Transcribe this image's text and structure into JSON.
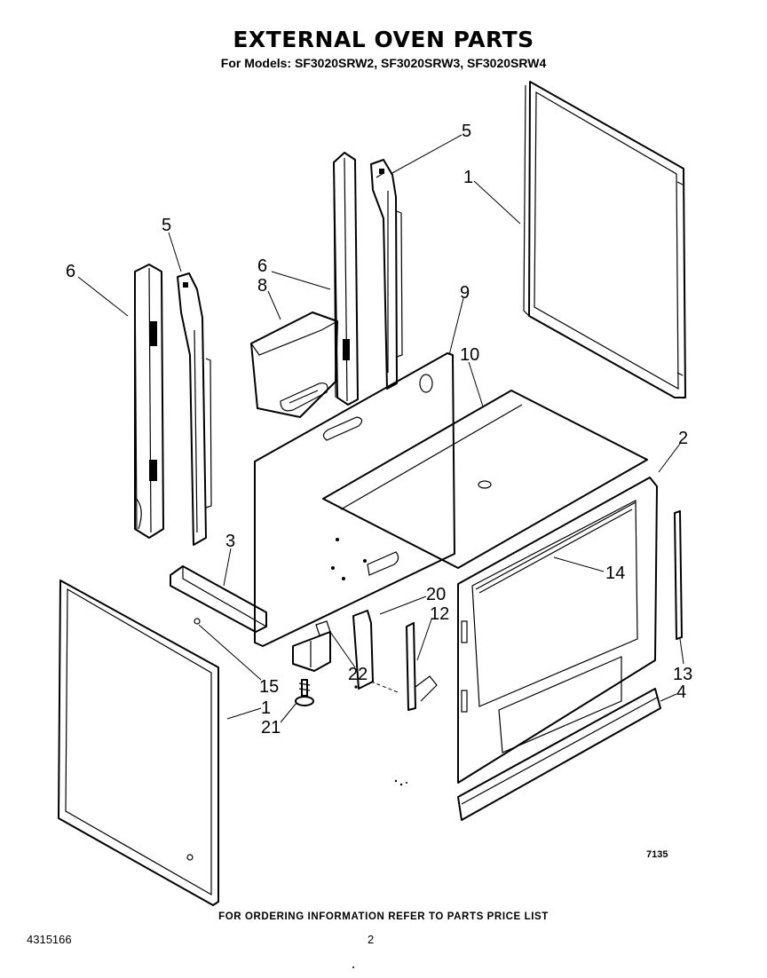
{
  "header": {
    "title": "EXTERNAL OVEN PARTS",
    "subtitle": "For Models: SF3020SRW2, SF3020SRW3, SF3020SRW4"
  },
  "diagram": {
    "figure_id": "7135",
    "callouts": [
      {
        "id": "c5a",
        "label": "5"
      },
      {
        "id": "c1a",
        "label": "1"
      },
      {
        "id": "c5b",
        "label": "5"
      },
      {
        "id": "c6a",
        "label": "6"
      },
      {
        "id": "c6b",
        "label": "6"
      },
      {
        "id": "c8",
        "label": "8"
      },
      {
        "id": "c9",
        "label": "9"
      },
      {
        "id": "c10",
        "label": "10"
      },
      {
        "id": "c2",
        "label": "2"
      },
      {
        "id": "c3",
        "label": "3"
      },
      {
        "id": "c14",
        "label": "14"
      },
      {
        "id": "c20",
        "label": "20"
      },
      {
        "id": "c12",
        "label": "12"
      },
      {
        "id": "c22",
        "label": "22"
      },
      {
        "id": "c15",
        "label": "15"
      },
      {
        "id": "c13",
        "label": "13"
      },
      {
        "id": "c4",
        "label": "4"
      },
      {
        "id": "c1b",
        "label": "1"
      },
      {
        "id": "c21",
        "label": "21"
      }
    ]
  },
  "footer": {
    "note": "FOR ORDERING INFORMATION REFER TO PARTS PRICE LIST",
    "doc_number": "4315166",
    "page_number": "2"
  }
}
